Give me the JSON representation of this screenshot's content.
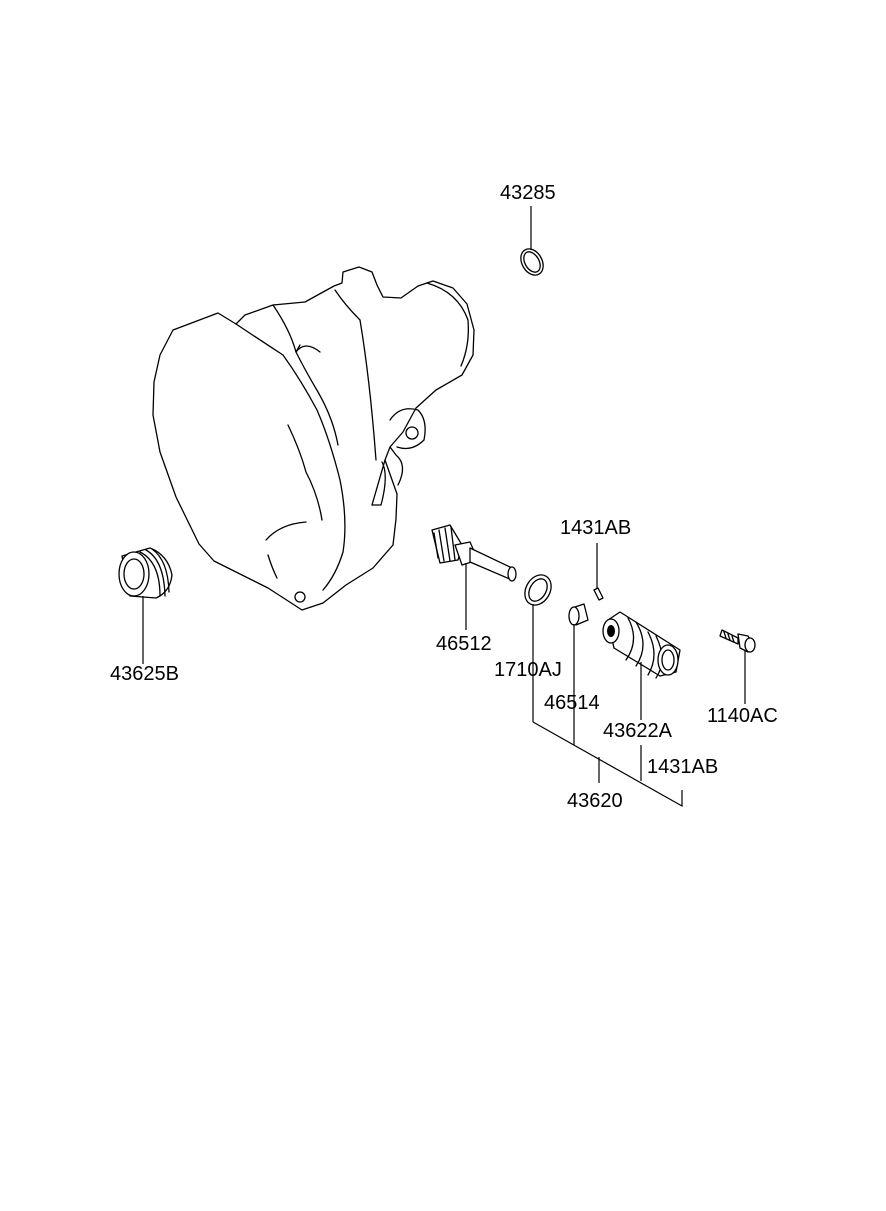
{
  "callouts": {
    "p43285": "43285",
    "p43625B": "43625B",
    "p46512": "46512",
    "p1710AJ": "1710AJ",
    "p46514": "46514",
    "p1431AB_top": "1431AB",
    "p43622A": "43622A",
    "p1140AC": "1140AC",
    "p1431AB_bottom": "1431AB",
    "p43620": "43620"
  }
}
